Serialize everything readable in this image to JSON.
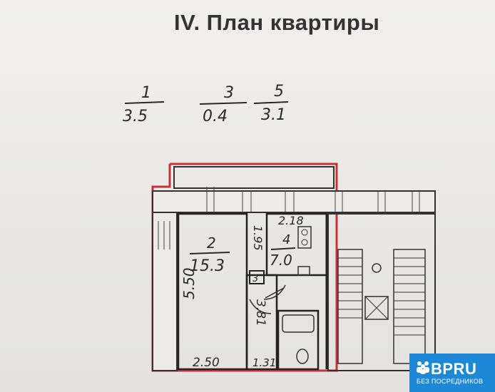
{
  "document": {
    "title": "IV. План квартиры"
  },
  "legend": [
    {
      "num": "1",
      "area": "3.5"
    },
    {
      "num": "3",
      "area": "0.4"
    },
    {
      "num": "5",
      "area": "3.1"
    }
  ],
  "rooms": {
    "room2": {
      "num": "2",
      "area": "15.3"
    },
    "room4": {
      "num": "4",
      "area": "7.0"
    },
    "room3": {
      "num": "3"
    }
  },
  "dimensions": {
    "kitchen_width": "2.18",
    "kitchen_depth": "1.95",
    "room_length": "5.50",
    "room_width": "2.50",
    "hall_length": "3.81",
    "bath_width": "1.31"
  },
  "watermark": {
    "brand": "BPRU",
    "tagline": "БЕЗ ПОСРЕДНИКОВ"
  },
  "colors": {
    "outline": "#c8303a",
    "ink": "#2a2a2a",
    "brand": "#1e88d8"
  }
}
